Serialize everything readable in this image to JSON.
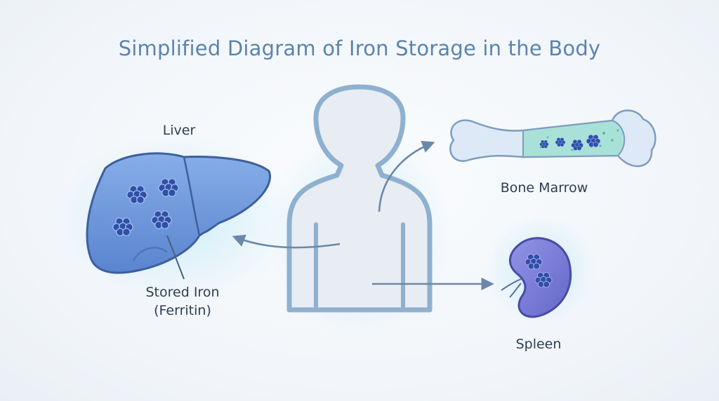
{
  "title": "Simplified Diagram of Iron Storage in the Body",
  "labels": {
    "liver": "Liver",
    "stored_iron_line1": "Stored Iron",
    "stored_iron_line2": "(Ferritin)",
    "bone_marrow": "Bone Marrow",
    "spleen": "Spleen"
  },
  "colors": {
    "title": "#5b84ad",
    "body_outline": "#8fb0cf",
    "body_fill": "#e7edf3",
    "liver_fill": "#6f98dd",
    "spleen_fill": "#7d7fd8",
    "bone_fill": "#dde9f7",
    "marrow_fill": "#a9e1d8",
    "arrow": "#6b88aa",
    "iron_cluster": "#2f4fa8"
  },
  "icons": [
    "human-silhouette-icon",
    "liver-icon",
    "bone-icon",
    "spleen-icon",
    "ferritin-cluster-icon"
  ]
}
